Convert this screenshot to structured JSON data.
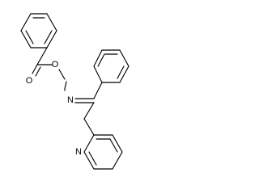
{
  "molecule": {
    "atoms": [
      {
        "id": "O_carbonyl",
        "label": "O"
      },
      {
        "id": "O_ester",
        "label": "O"
      },
      {
        "id": "N_oxime",
        "label": "N"
      },
      {
        "id": "N_pyridine",
        "label": "N"
      }
    ]
  }
}
